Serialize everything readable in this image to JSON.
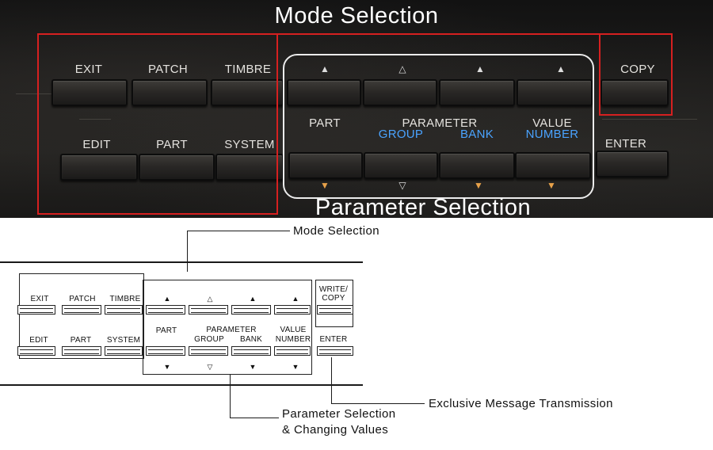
{
  "photo": {
    "title_top": "Mode Selection",
    "title_bottom": "Parameter Selection",
    "left_buttons": {
      "row1": [
        "EXIT",
        "PATCH",
        "TIMBRE"
      ],
      "row2": [
        "EDIT",
        "PART",
        "SYSTEM"
      ]
    },
    "param_labels": {
      "part": "PART",
      "parameter": "PARAMETER",
      "group": "GROUP",
      "bank": "BANK",
      "value": "VALUE",
      "number": "NUMBER"
    },
    "right_buttons": {
      "copy": "COPY",
      "enter": "ENTER"
    },
    "arrows": {
      "up_filled": "▲",
      "up_hollow": "△",
      "down_filled": "▼",
      "down_hollow": "▽"
    },
    "colors": {
      "highlight_red": "#d62020",
      "highlight_white": "#ececec",
      "label_blue": "#4aa3ff",
      "arrow_orange": "#e8a24a"
    }
  },
  "diagram": {
    "left_row1": [
      "EXIT",
      "PATCH",
      "TIMBRE"
    ],
    "left_row2": [
      "EDIT",
      "PART",
      "SYSTEM"
    ],
    "param_row": {
      "part": "PART",
      "parameter": "PARAMETER",
      "group": "GROUP",
      "bank": "BANK",
      "value": "VALUE",
      "number": "NUMBER"
    },
    "write_copy": [
      "WRITE/",
      "COPY"
    ],
    "enter": "ENTER",
    "captions": {
      "mode": "Mode Selection",
      "param_line1": "Parameter Selection",
      "param_line2": "& Changing Values",
      "exclusive": "Exclusive Message Transmission"
    }
  }
}
